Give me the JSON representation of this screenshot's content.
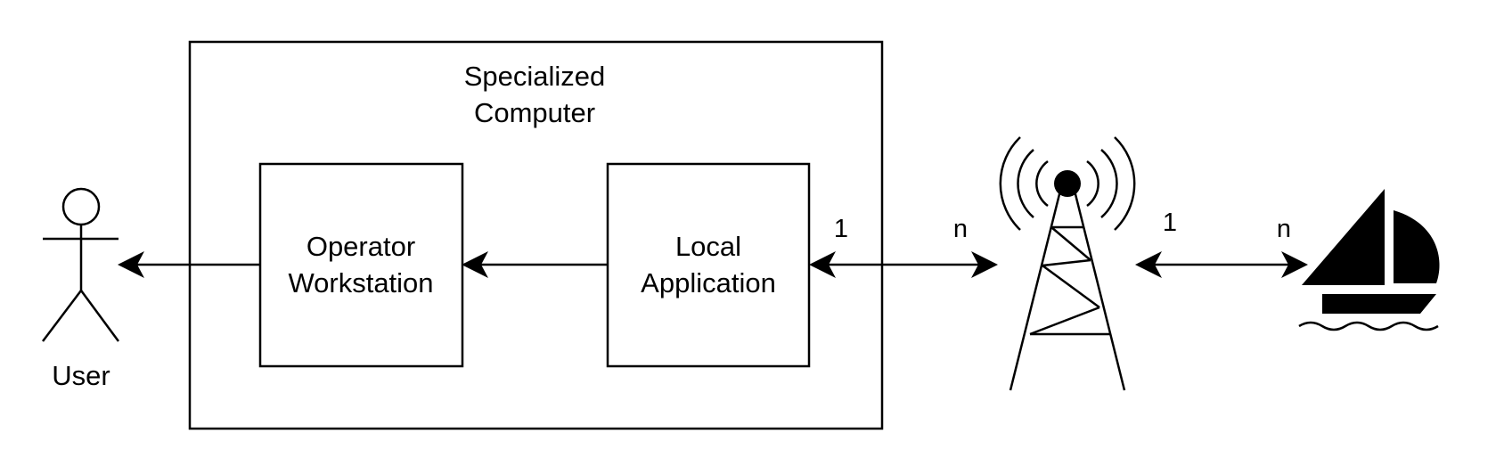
{
  "diagram": {
    "containers": {
      "specialized_computer": {
        "label_line1": "Specialized",
        "label_line2": "Computer"
      }
    },
    "nodes": {
      "user": {
        "label": "User",
        "icon": "stick-figure-icon"
      },
      "operator_workstation": {
        "label_line1": "Operator",
        "label_line2": "Workstation"
      },
      "local_application": {
        "label_line1": "Local",
        "label_line2": "Application"
      },
      "radio_tower": {
        "icon": "radio-tower-icon"
      },
      "sailboat": {
        "icon": "sailboat-icon"
      }
    },
    "edges": {
      "local_tower": {
        "label_source": "1",
        "label_target": "n"
      },
      "tower_boat": {
        "label_source": "1",
        "label_target": "n"
      }
    },
    "colors": {
      "stroke": "#000000",
      "background": "#ffffff"
    }
  }
}
